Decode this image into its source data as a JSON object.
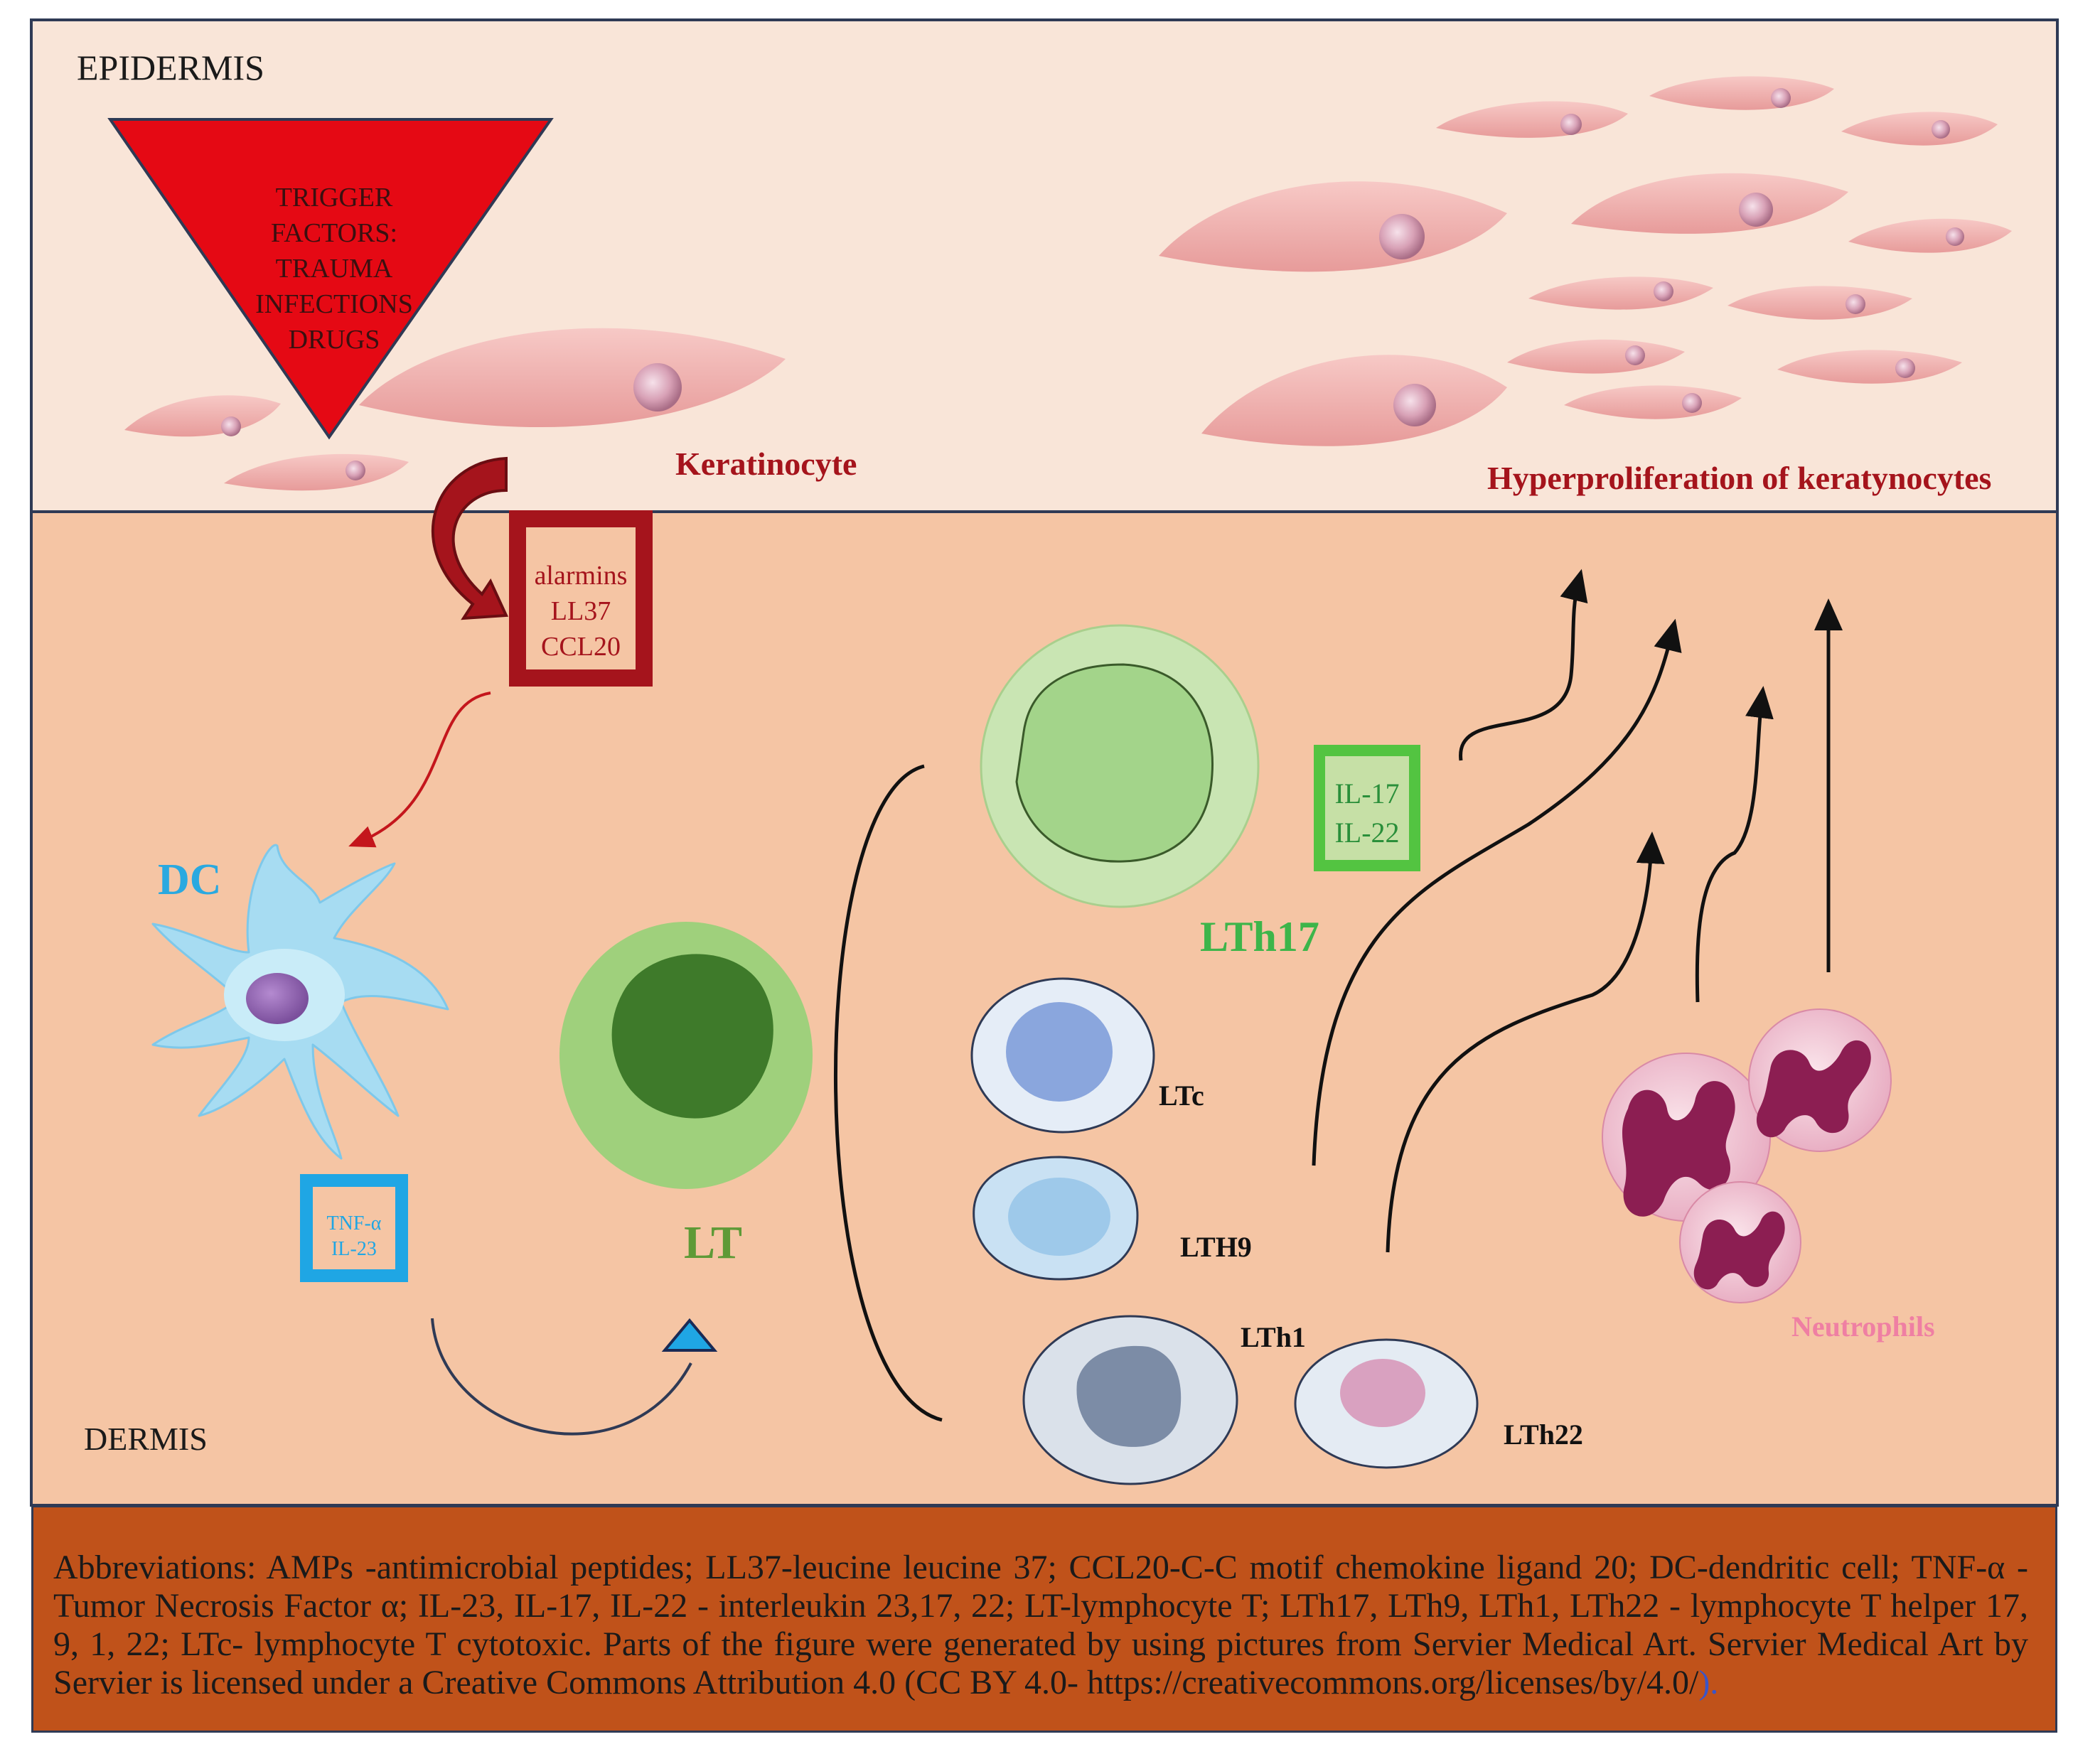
{
  "regions": {
    "epidermis": "EPIDERMIS",
    "dermis": "DERMIS"
  },
  "trigger": {
    "lines": [
      "TRIGGER",
      "FACTORS:",
      "TRAUMA",
      "INFECTIONS",
      "DRUGS"
    ]
  },
  "labels": {
    "keratinocyte": "Keratinocyte",
    "hyperproliferation": "Hyperproliferation of keratynocytes",
    "dc": "DC",
    "lt": "LT",
    "lth17": "LTh17",
    "ltc": "LTc",
    "lth9": "LTH9",
    "lth1": "LTh1",
    "lth22": "LTh22",
    "neutrophils": "Neutrophils"
  },
  "boxes": {
    "alarmins": [
      "alarmins",
      "LL37",
      "CCL20"
    ],
    "tnf": [
      "TNF-α",
      "IL-23"
    ],
    "il": [
      "IL-17",
      "IL-22"
    ]
  },
  "caption": {
    "text": "Abbreviations: AMPs -antimicrobial peptides; LL37-leucine leucine 37; CCL20-C-C motif chemokine ligand 20; DC-dendritic cell; TNF-α - Tumor Necrosis Factor α; IL-23, IL-17, IL-22 - interleukin 23,17, 22; LT-lymphocyte T; LTh17, LTh9, LTh1, LTh22 - lymphocyte T helper 17, 9, 1, 22; LTc- lymphocyte T cytotoxic. Parts of the figure were generated by using pictures from Servier Medical Art. Servier Medical Art by Servier is licensed under a Creative Commons Attribution 4.0 (CC BY 4.0- https://creativecommons.org/licenses/by/4.0/",
    "tail": ")."
  },
  "colors": {
    "epidermis_bg": "#f9e5d8",
    "dermis_bg": "#f5c5a4",
    "caption_bg": "#c0521a",
    "trigger_red": "#e50914",
    "dark_red": "#a5141c",
    "dc_blue": "#2aa9e0",
    "lt_green": "#5e9a37",
    "lth17_green": "#3db54a",
    "neutrophil_pink": "#ef7fa3"
  }
}
